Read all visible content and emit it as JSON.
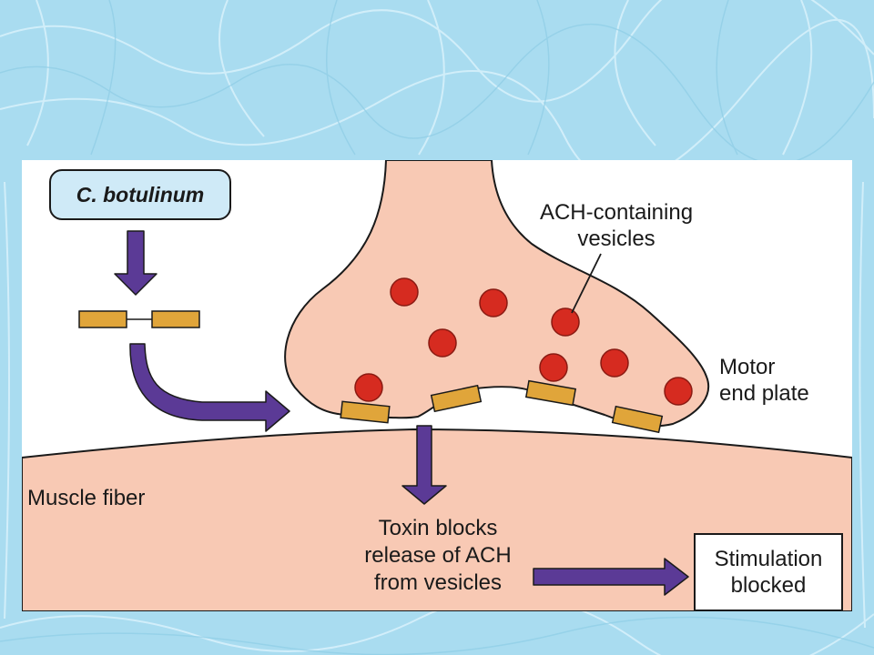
{
  "colors": {
    "background": "#a9dcf0",
    "panel": "#ffffff",
    "tissue": "#f8c9b4",
    "vesicle": "#d62b20",
    "toxin": "#e0a53a",
    "arrow": "#5b3a96",
    "source_box": "#cfeaf7"
  },
  "labels": {
    "source": "C. botulinum",
    "vesicles": [
      "ACH-containing",
      "vesicles"
    ],
    "motor_end_plate": [
      "Motor",
      "end plate"
    ],
    "muscle_fiber": "Muscle fiber",
    "toxin_effect": [
      "Toxin blocks",
      "release of ACH",
      "from vesicles"
    ],
    "result": [
      "Stimulation",
      "blocked"
    ]
  }
}
